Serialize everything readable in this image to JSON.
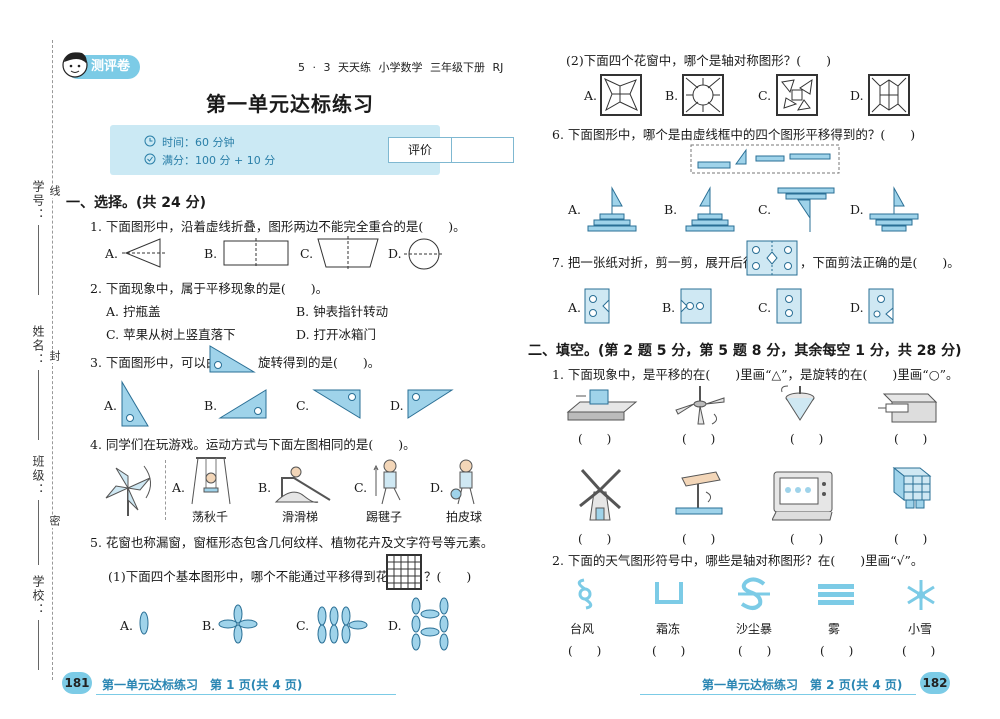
{
  "header": {
    "badge": "测评卷",
    "info": "5 · 3 天天练   小学数学   三年级下册   RJ",
    "title": "第一单元达标练习"
  },
  "info_box": {
    "time": "时间：60 分钟",
    "score": "满分：100 分 + 10 分",
    "eval_label": "评价"
  },
  "sidebar": {
    "student_id": "学号：",
    "name": "姓名：",
    "class": "班级：",
    "school": "学校：",
    "line_mark": "线",
    "seal_mark": "封",
    "dense_mark": "密"
  },
  "left": {
    "section1": "一、选择。(共 24 分)",
    "q1": {
      "text": "1. 下面图形中，沿着虚线折叠，图形两边不能完全重合的是(　　)。",
      "a": "A.",
      "b": "B.",
      "c": "C.",
      "d": "D."
    },
    "q2": {
      "text": "2. 下面现象中，属于平移现象的是(　　)。",
      "a": "A. 拧瓶盖",
      "b": "B. 钟表指针转动",
      "c": "C. 苹果从树上竖直落下",
      "d": "D. 打开冰箱门"
    },
    "q3": {
      "text_pre": "3. 下面图形中，可以由",
      "text_post": "旋转得到的是(　　)。",
      "a": "A.",
      "b": "B.",
      "c": "C.",
      "d": "D."
    },
    "q4": {
      "text": "4. 同学们在玩游戏。运动方式与下面左图相同的是(　　)。",
      "a": "A.",
      "b": "B.",
      "c": "C.",
      "d": "D.",
      "a_cap": "荡秋千",
      "b_cap": "滑滑梯",
      "c_cap": "踢毽子",
      "d_cap": "拍皮球"
    },
    "q5": {
      "text": "5. 花窗也称漏窗，窗框形态包含几何纹样、植物花卉及文字符号等元素。",
      "sub1": "(1)下面四个基本图形中，哪个不能通过平移得到花窗",
      "sub1_end": "？(　　)",
      "a": "A.",
      "b": "B.",
      "c": "C.",
      "d": "D."
    }
  },
  "right": {
    "q5_2": {
      "text": "(2)下面四个花窗中，哪个是轴对称图形？(　　)",
      "a": "A.",
      "b": "B.",
      "c": "C.",
      "d": "D."
    },
    "q6": {
      "text": "6. 下面图形中，哪个是由虚线框中的四个图形平移得到的？(　　)",
      "a": "A.",
      "b": "B.",
      "c": "C.",
      "d": "D."
    },
    "q7": {
      "text_pre": "7. 把一张纸对折，剪一剪，展开后得到",
      "text_post": "，下面剪法正确的是(　　)。",
      "a": "A.",
      "b": "B.",
      "c": "C.",
      "d": "D."
    },
    "section2": "二、填空。(第 2 题 5 分，第 5 题 8 分，其余每空 1 分，共 28 分)",
    "f1": {
      "text": "1. 下面现象中，是平移的在(　　)里画“△”，是旋转的在(　　)里画“○”。",
      "paren": "(　　)"
    },
    "f2": {
      "text": "2. 下面的天气图形符号中，哪些是轴对称图形？在(　　)里画“√”。",
      "labels": [
        "台风",
        "霜冻",
        "沙尘暴",
        "雾",
        "小雪"
      ],
      "paren": "(　　)"
    }
  },
  "footer": {
    "left_num": "181",
    "left_text": "第一单元达标练习　第 1 页(共 4 页)",
    "right_num": "182",
    "right_text": "第一单元达标练习　第 2 页(共 4 页)"
  },
  "colors": {
    "accent": "#7ccbe6",
    "fill": "#9fd3ea",
    "stroke": "#2a6f95",
    "footer_text": "#2a86b3"
  }
}
